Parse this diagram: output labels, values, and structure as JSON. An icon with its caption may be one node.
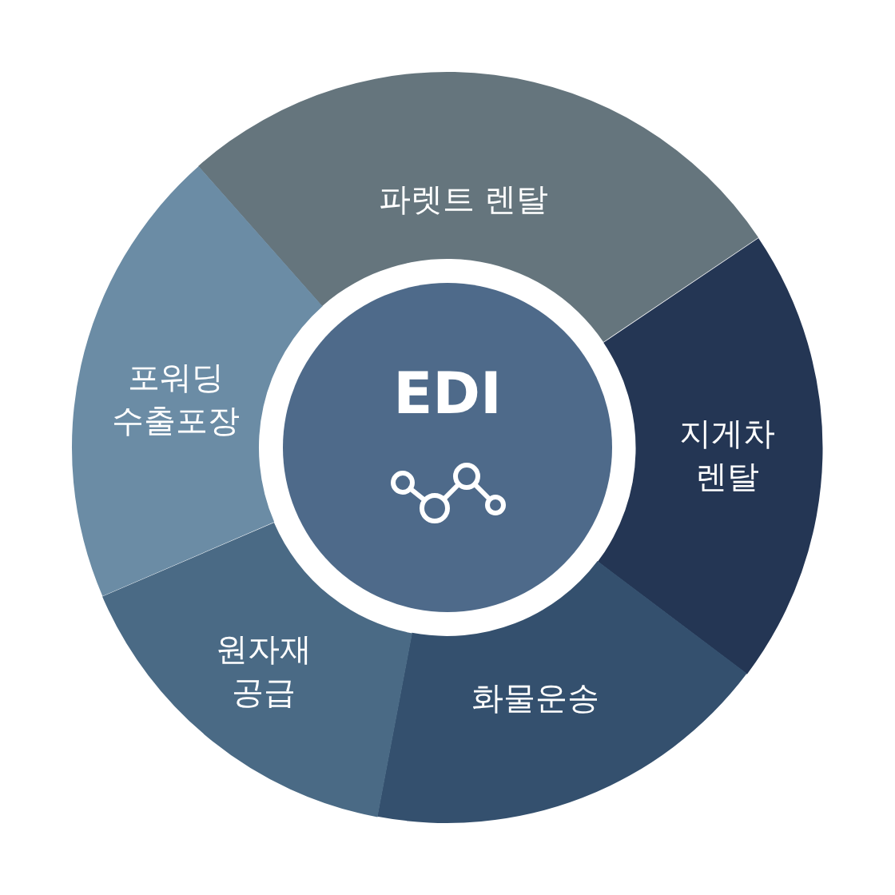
{
  "diagram": {
    "nodes": [
      {
        "text": [
          "EDI"
        ]
      },
      {
        "text": [
          "파렛트 렌탈"
        ]
      },
      {
        "text": [
          "지게차 렌탈"
        ]
      },
      {
        "text": [
          "화물운송"
        ]
      },
      {
        "text": [
          "원자재 공급"
        ]
      },
      {
        "text": [
          "포워딩 수출포장"
        ]
      }
    ]
  }
}
